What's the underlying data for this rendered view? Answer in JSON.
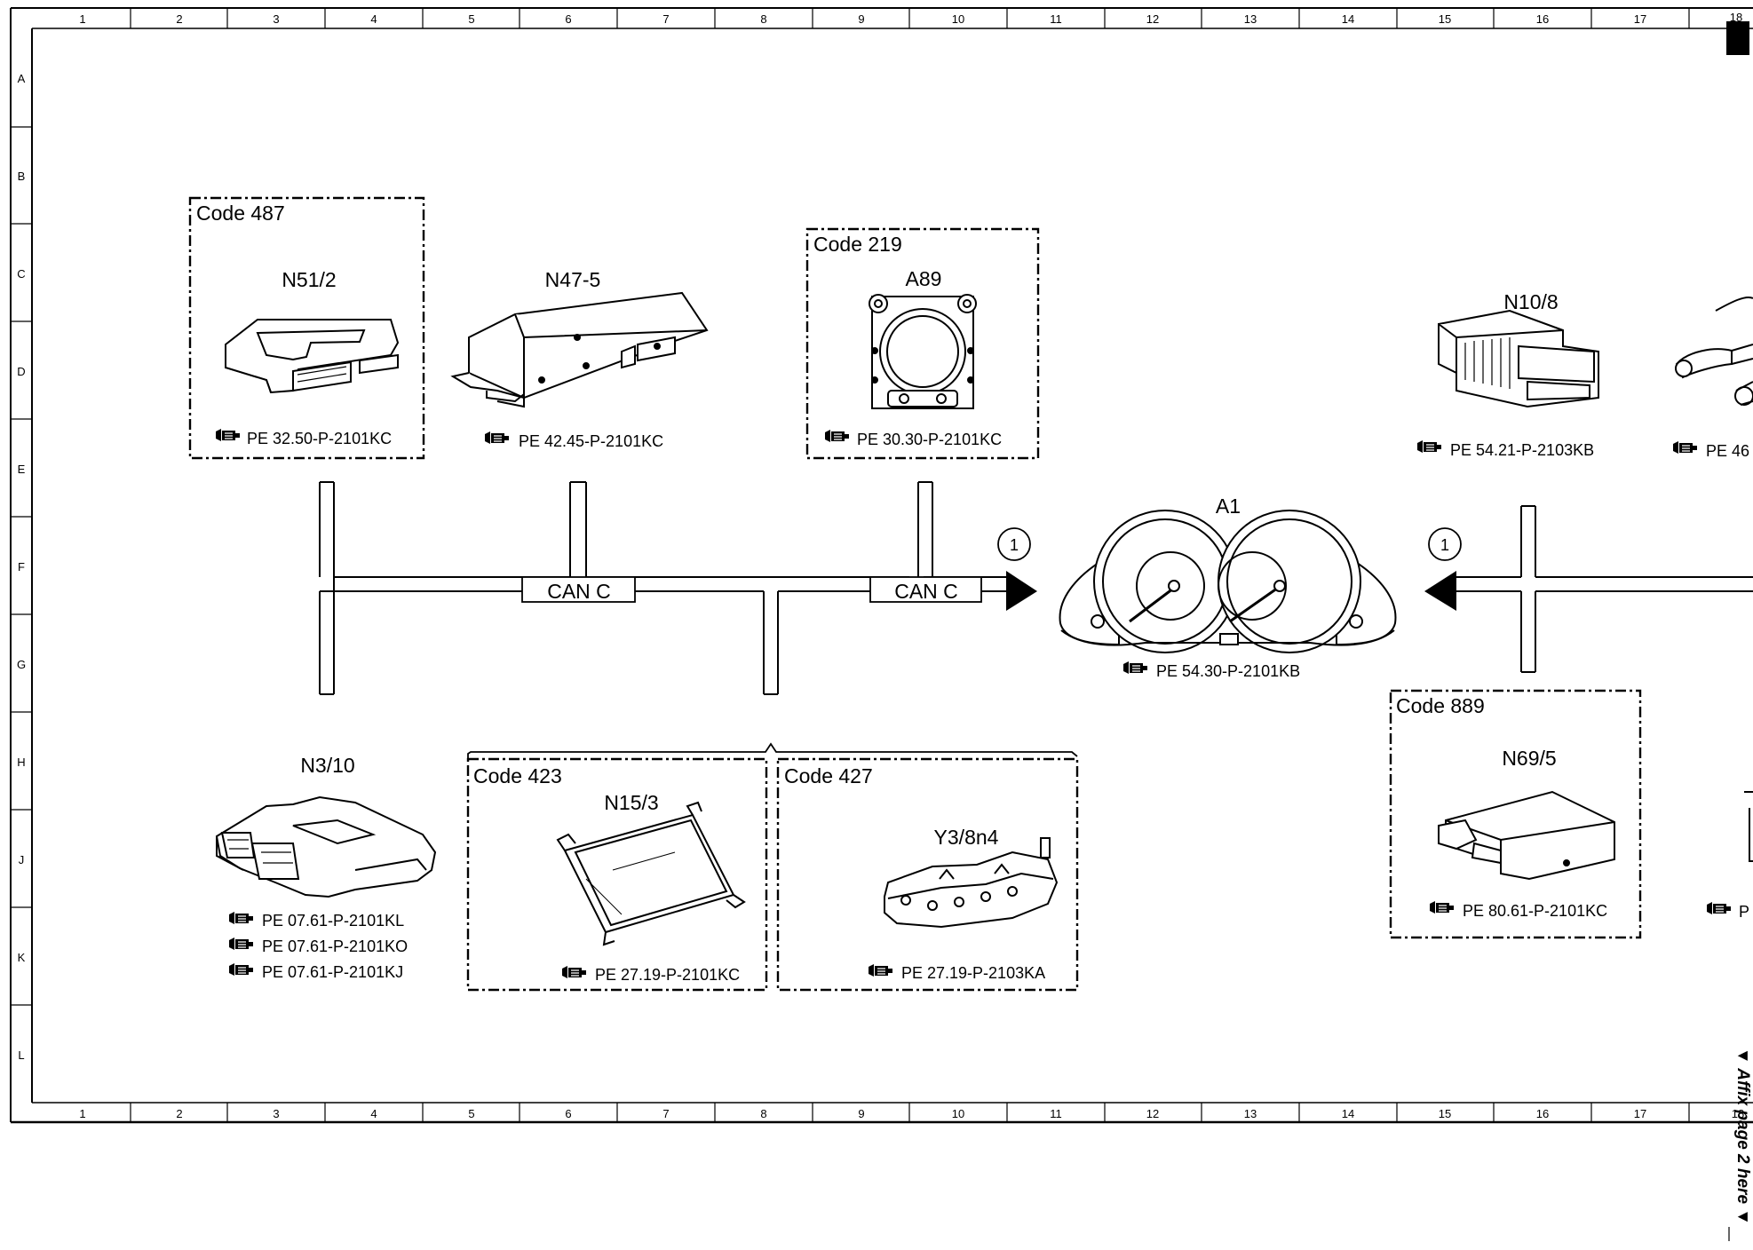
{
  "frame": {
    "columns": [
      "1",
      "2",
      "3",
      "4",
      "5",
      "6",
      "7",
      "8",
      "9",
      "10",
      "11",
      "12",
      "13",
      "14",
      "15",
      "16",
      "17",
      "18"
    ],
    "rows": [
      "A",
      "B",
      "C",
      "D",
      "E",
      "F",
      "G",
      "H",
      "J",
      "K",
      "L"
    ]
  },
  "groups": {
    "code487": "Code 487",
    "code219": "Code 219",
    "code423": "Code 423",
    "code427": "Code 427",
    "code889": "Code 889"
  },
  "components": {
    "n51_2": {
      "label": "N51/2",
      "ref": "PE 32.50-P-2101KC"
    },
    "n47_5": {
      "label": "N47-5",
      "ref": "PE 42.45-P-2101KC"
    },
    "a89": {
      "label": "A89",
      "ref": "PE 30.30-P-2101KC"
    },
    "n10_8": {
      "label": "N10/8",
      "ref": "PE 54.21-P-2103KB"
    },
    "partial_right": {
      "ref": "PE 46"
    },
    "a1": {
      "label": "A1",
      "ref": "PE 54.30-P-2101KB"
    },
    "n3_10": {
      "label": "N3/10",
      "refs": [
        "PE 07.61-P-2101KL",
        "PE 07.61-P-2101KO",
        "PE 07.61-P-2101KJ"
      ]
    },
    "n15_3": {
      "label": "N15/3",
      "ref": "PE 27.19-P-2101KC"
    },
    "y3_8n4": {
      "label": "Y3/8n4",
      "ref": "PE 27.19-P-2103KA"
    },
    "n69_5": {
      "label": "N69/5",
      "ref": "PE 80.61-P-2101KC"
    },
    "partial_right_lower": {
      "ref": "P"
    }
  },
  "bus": {
    "can_label_1": "CAN C",
    "can_label_2": "CAN C",
    "marker_left": "1",
    "marker_right": "1"
  },
  "side_note": "▼ Affix page 2 here ▼",
  "colors": {
    "ink": "#000000",
    "paper": "#ffffff"
  }
}
